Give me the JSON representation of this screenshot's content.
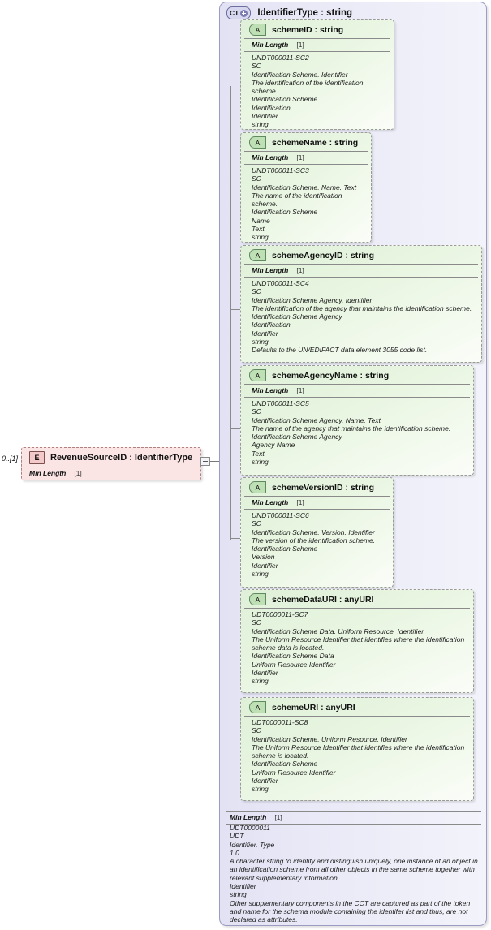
{
  "diagram": {
    "type": "xsd-schema-diagram",
    "colors": {
      "complex_type_fill": "#e6e6f6",
      "complex_type_border": "#9b9bc4",
      "attribute_fill": "#e3f2da",
      "attribute_border": "#9a9a9a",
      "element_fill": "#fbe4e4",
      "element_border": "#b08080"
    }
  },
  "element_node": {
    "badge": "E",
    "badge_meaning": "element",
    "title": "RevenueSourceID : IdentifierType",
    "cardinality": "0..[1]",
    "facet": {
      "name": "Min Length",
      "value": "[1]"
    },
    "expander": "collapse-minus"
  },
  "complex_type": {
    "badge": "CT",
    "badge_icon": "plus-circle-icon",
    "title": "IdentifierType : string",
    "facet": {
      "name": "Min Length",
      "value": "[1]"
    },
    "docs": [
      "UDT0000011",
      "UDT",
      "Identifier. Type",
      "1.0",
      "A character string to identify and distinguish uniquely, one instance of an object in an identification scheme from all other objects in the same scheme together with relevant supplementary information.",
      "Identifier",
      "string",
      "Other supplementary components in the CCT are captured as part of the token and name for the schema module containing the identifer list and thus, are not declared as attributes."
    ]
  },
  "attributes": [
    {
      "badge": "A",
      "title": "schemeID : string",
      "facet": {
        "name": "Min Length",
        "value": "[1]"
      },
      "docs": [
        "UNDT000011-SC2",
        "SC",
        "Identification Scheme. Identifier",
        "The identification of the identification scheme.",
        "Identification Scheme",
        "Identification",
        "Identifier",
        "string"
      ]
    },
    {
      "badge": "A",
      "title": "schemeName : string",
      "facet": {
        "name": "Min Length",
        "value": "[1]"
      },
      "docs": [
        "UNDT000011-SC3",
        "SC",
        "Identification Scheme. Name. Text",
        "The name of the identification scheme.",
        "Identification Scheme",
        "Name",
        "Text",
        "string"
      ]
    },
    {
      "badge": "A",
      "title": "schemeAgencyID : string",
      "facet": {
        "name": "Min Length",
        "value": "[1]"
      },
      "docs": [
        "UNDT000011-SC4",
        "SC",
        "Identification Scheme Agency. Identifier",
        "The identification of the agency that maintains the identification scheme.",
        "Identification Scheme Agency",
        "Identification",
        "Identifier",
        "string",
        "Defaults to the UN/EDIFACT data element 3055 code list."
      ]
    },
    {
      "badge": "A",
      "title": "schemeAgencyName : string",
      "facet": {
        "name": "Min Length",
        "value": "[1]"
      },
      "docs": [
        "UNDT000011-SC5",
        "SC",
        "Identification Scheme Agency. Name. Text",
        "The name of the agency that maintains the identification scheme.",
        "Identification Scheme Agency",
        "Agency Name",
        "Text",
        "string"
      ]
    },
    {
      "badge": "A",
      "title": "schemeVersionID : string",
      "facet": {
        "name": "Min Length",
        "value": "[1]"
      },
      "docs": [
        "UNDT000011-SC6",
        "SC",
        "Identification Scheme. Version. Identifier",
        "The version of the identification scheme.",
        "Identification Scheme",
        "Version",
        "Identifier",
        "string"
      ]
    },
    {
      "badge": "A",
      "title": "schemeDataURI : anyURI",
      "facet": null,
      "docs": [
        "UDT0000011-SC7",
        "SC",
        "Identification Scheme Data. Uniform Resource. Identifier",
        "The Uniform Resource Identifier that identifies where the identification scheme data is located.",
        "Identification Scheme Data",
        "Uniform Resource Identifier",
        "Identifier",
        "string"
      ]
    },
    {
      "badge": "A",
      "title": "schemeURI : anyURI",
      "facet": null,
      "docs": [
        "UDT0000011-SC8",
        "SC",
        "Identification Scheme. Uniform Resource. Identifier",
        "The Uniform Resource Identifier that identifies where the identification scheme is located.",
        "Identification Scheme",
        "Uniform Resource Identifier",
        "Identifier",
        "string"
      ]
    }
  ]
}
